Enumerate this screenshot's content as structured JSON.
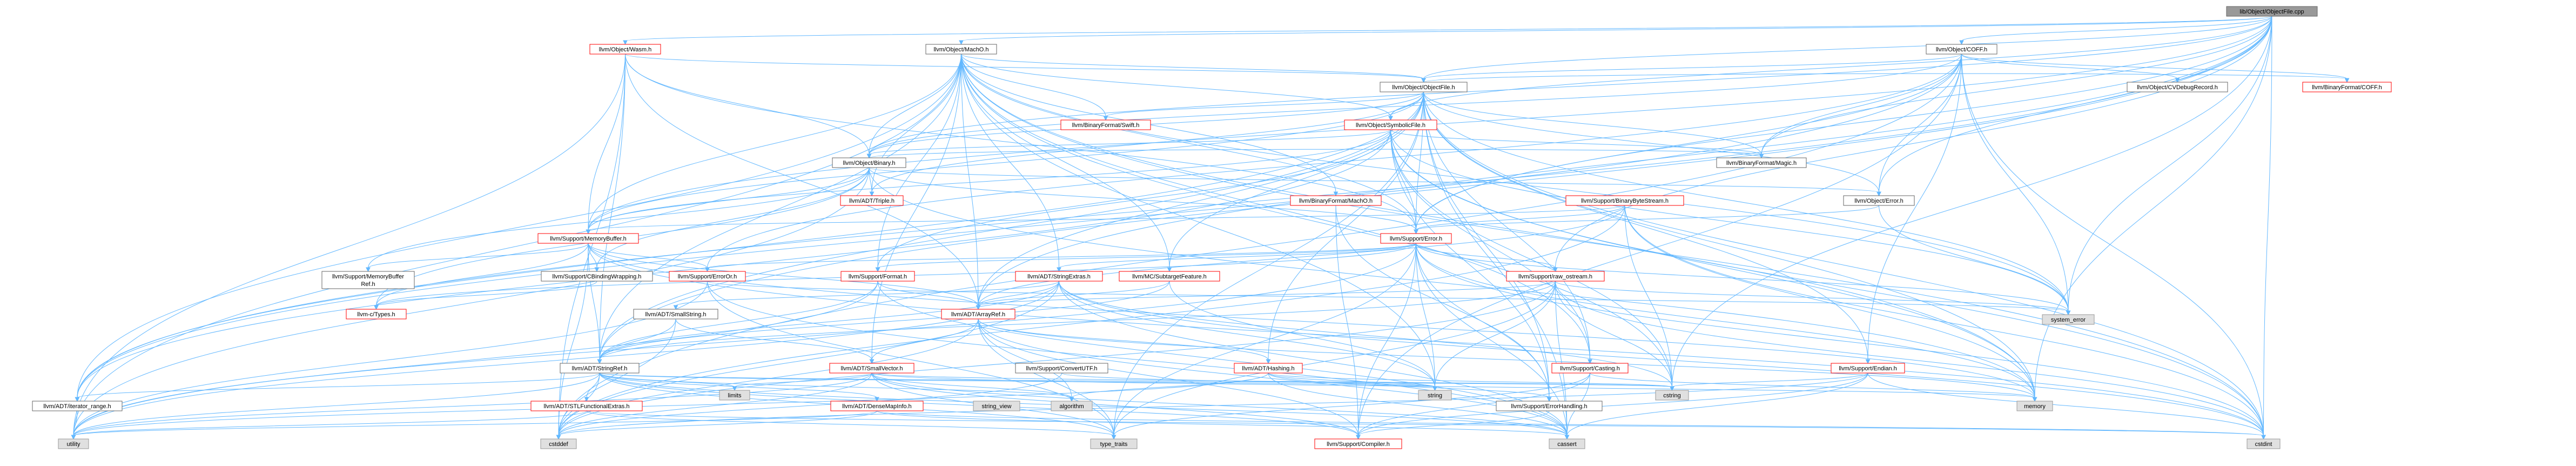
{
  "colors": {
    "root_fill": "#999999",
    "red_border": "#ff0000",
    "normal_border": "#666666",
    "sys_fill": "#e0e0e0",
    "sys_border": "#999999",
    "edge": "#63b8ff",
    "red_text": "#ff0000",
    "text": "#000000"
  },
  "nodes": [
    {
      "id": "root",
      "label": "lib/Object/ObjectFile.cpp",
      "kind": "root"
    },
    {
      "id": "wasm",
      "label": "llvm/Object/Wasm.h",
      "kind": "red"
    },
    {
      "id": "macho",
      "label": "llvm/Object/MachO.h",
      "kind": "normal"
    },
    {
      "id": "coff",
      "label": "llvm/Object/COFF.h",
      "kind": "normal"
    },
    {
      "id": "objectfile",
      "label": "llvm/Object/ObjectFile.h",
      "kind": "normal"
    },
    {
      "id": "symbolicfile",
      "label": "llvm/Object/SymbolicFile.h",
      "kind": "red"
    },
    {
      "id": "swift",
      "label": "llvm/BinaryFormat/Swift.h",
      "kind": "red"
    },
    {
      "id": "cvdebug",
      "label": "llvm/Object/CVDebugRecord.h",
      "kind": "normal"
    },
    {
      "id": "bfcoff",
      "label": "llvm/BinaryFormat/COFF.h",
      "kind": "red"
    },
    {
      "id": "binary",
      "label": "llvm/Object/Binary.h",
      "kind": "normal"
    },
    {
      "id": "magic",
      "label": "llvm/BinaryFormat/Magic.h",
      "kind": "normal"
    },
    {
      "id": "triple",
      "label": "llvm/ADT/Triple.h",
      "kind": "red"
    },
    {
      "id": "bfmacho",
      "label": "llvm/BinaryFormat/MachO.h",
      "kind": "red"
    },
    {
      "id": "bbstream",
      "label": "llvm/Support/BinaryByteStream.h",
      "kind": "red"
    },
    {
      "id": "objerror",
      "label": "llvm/Object/Error.h",
      "kind": "normal"
    },
    {
      "id": "membuf",
      "label": "llvm/Support/MemoryBuffer.h",
      "kind": "red"
    },
    {
      "id": "supporterror",
      "label": "llvm/Support/Error.h",
      "kind": "red"
    },
    {
      "id": "membufref1",
      "label": "llvm/Support/MemoryBuffer",
      "kind": "normal"
    },
    {
      "id": "membufref2",
      "label": "Ref.h",
      "kind": "normal"
    },
    {
      "id": "cbinding",
      "label": "llvm/Support/CBindingWrapping.h",
      "kind": "normal"
    },
    {
      "id": "errorOr",
      "label": "llvm/Support/ErrorOr.h",
      "kind": "red"
    },
    {
      "id": "format",
      "label": "llvm/Support/Format.h",
      "kind": "red"
    },
    {
      "id": "stringextras",
      "label": "llvm/ADT/StringExtras.h",
      "kind": "red"
    },
    {
      "id": "subtarget",
      "label": "llvm/MC/SubtargetFeature.h",
      "kind": "red"
    },
    {
      "id": "rawostream",
      "label": "llvm/Support/raw_ostream.h",
      "kind": "red"
    },
    {
      "id": "ctypes",
      "label": "llvm-c/Types.h",
      "kind": "red"
    },
    {
      "id": "smallstring",
      "label": "llvm/ADT/SmallString.h",
      "kind": "normal"
    },
    {
      "id": "arrayref",
      "label": "llvm/ADT/ArrayRef.h",
      "kind": "red"
    },
    {
      "id": "systemerror",
      "label": "system_error",
      "kind": "sys"
    },
    {
      "id": "stringref",
      "label": "llvm/ADT/StringRef.h",
      "kind": "normal"
    },
    {
      "id": "smallvector",
      "label": "llvm/ADT/SmallVector.h",
      "kind": "red"
    },
    {
      "id": "convertutf",
      "label": "llvm/Support/ConvertUTF.h",
      "kind": "normal"
    },
    {
      "id": "hashing",
      "label": "llvm/ADT/Hashing.h",
      "kind": "red"
    },
    {
      "id": "casting",
      "label": "llvm/Support/Casting.h",
      "kind": "red"
    },
    {
      "id": "endian",
      "label": "llvm/Support/Endian.h",
      "kind": "red"
    },
    {
      "id": "iterrange",
      "label": "llvm/ADT/iterator_range.h",
      "kind": "normal"
    },
    {
      "id": "stlfunc",
      "label": "llvm/ADT/STLFunctionalExtras.h",
      "kind": "red"
    },
    {
      "id": "densemapinfo",
      "label": "llvm/ADT/DenseMapInfo.h",
      "kind": "red"
    },
    {
      "id": "limits",
      "label": "limits",
      "kind": "sys"
    },
    {
      "id": "stringview",
      "label": "string_view",
      "kind": "sys"
    },
    {
      "id": "algorithm",
      "label": "algorithm",
      "kind": "sys"
    },
    {
      "id": "string",
      "label": "string",
      "kind": "sys"
    },
    {
      "id": "errhandling",
      "label": "llvm/Support/ErrorHandling.h",
      "kind": "normal"
    },
    {
      "id": "cstring",
      "label": "cstring",
      "kind": "sys"
    },
    {
      "id": "memory",
      "label": "memory",
      "kind": "sys"
    },
    {
      "id": "utility",
      "label": "utility",
      "kind": "sys"
    },
    {
      "id": "cstddef",
      "label": "cstddef",
      "kind": "sys"
    },
    {
      "id": "typetraits",
      "label": "type_traits",
      "kind": "sys"
    },
    {
      "id": "compiler",
      "label": "llvm/Support/Compiler.h",
      "kind": "red"
    },
    {
      "id": "cassert",
      "label": "cassert",
      "kind": "sys"
    },
    {
      "id": "cstdint",
      "label": "cstdint",
      "kind": "sys"
    }
  ],
  "edges": [
    [
      "root",
      "wasm"
    ],
    [
      "root",
      "macho"
    ],
    [
      "root",
      "coff"
    ],
    [
      "root",
      "objectfile"
    ],
    [
      "root",
      "binary"
    ],
    [
      "root",
      "magic"
    ],
    [
      "root",
      "objerror"
    ],
    [
      "root",
      "membuf"
    ],
    [
      "root",
      "supporterror"
    ],
    [
      "root",
      "rawostream"
    ],
    [
      "root",
      "systemerror"
    ],
    [
      "root",
      "stringref"
    ],
    [
      "root",
      "cstdint"
    ],
    [
      "root",
      "cstring"
    ],
    [
      "root",
      "memory"
    ],
    [
      "root",
      "iterrange"
    ],
    [
      "root",
      "arrayref"
    ],
    [
      "root",
      "symbolicfile"
    ],
    [
      "wasm",
      "objectfile"
    ],
    [
      "wasm",
      "binary"
    ],
    [
      "wasm",
      "supporterror"
    ],
    [
      "wasm",
      "membuf"
    ],
    [
      "wasm",
      "arrayref"
    ],
    [
      "wasm",
      "stringref"
    ],
    [
      "wasm",
      "cstddef"
    ],
    [
      "wasm",
      "utility"
    ],
    [
      "macho",
      "objectfile"
    ],
    [
      "macho",
      "binary"
    ],
    [
      "macho",
      "symbolicfile"
    ],
    [
      "macho",
      "bfmacho"
    ],
    [
      "macho",
      "swift"
    ],
    [
      "macho",
      "triple"
    ],
    [
      "macho",
      "membuf"
    ],
    [
      "macho",
      "supporterror"
    ],
    [
      "macho",
      "format"
    ],
    [
      "macho",
      "stringextras"
    ],
    [
      "macho",
      "subtarget"
    ],
    [
      "macho",
      "arrayref"
    ],
    [
      "macho",
      "smallvector"
    ],
    [
      "macho",
      "stringref"
    ],
    [
      "macho",
      "iterrange"
    ],
    [
      "macho",
      "systemerror"
    ],
    [
      "macho",
      "cstdint"
    ],
    [
      "macho",
      "memory"
    ],
    [
      "macho",
      "string"
    ],
    [
      "macho",
      "cstring"
    ],
    [
      "macho",
      "utility"
    ],
    [
      "macho",
      "casting"
    ],
    [
      "coff",
      "objectfile"
    ],
    [
      "coff",
      "binary"
    ],
    [
      "coff",
      "cvdebug"
    ],
    [
      "coff",
      "bfcoff"
    ],
    [
      "coff",
      "objerror"
    ],
    [
      "coff",
      "supporterror"
    ],
    [
      "coff",
      "errorOr"
    ],
    [
      "coff",
      "endian"
    ],
    [
      "coff",
      "systemerror"
    ],
    [
      "coff",
      "cstddef"
    ],
    [
      "coff",
      "cstdint"
    ],
    [
      "coff",
      "iterrange"
    ],
    [
      "coff",
      "compiler"
    ],
    [
      "coff",
      "magic"
    ],
    [
      "objectfile",
      "symbolicfile"
    ],
    [
      "objectfile",
      "binary"
    ],
    [
      "objectfile",
      "magic"
    ],
    [
      "objectfile",
      "objerror"
    ],
    [
      "objectfile",
      "triple"
    ],
    [
      "objectfile",
      "membuf"
    ],
    [
      "objectfile",
      "supporterror"
    ],
    [
      "objectfile",
      "casting"
    ],
    [
      "objectfile",
      "subtarget"
    ],
    [
      "objectfile",
      "arrayref"
    ],
    [
      "objectfile",
      "hashing"
    ],
    [
      "objectfile",
      "stringref"
    ],
    [
      "objectfile",
      "iterrange"
    ],
    [
      "objectfile",
      "systemerror"
    ],
    [
      "objectfile",
      "cassert"
    ],
    [
      "objectfile",
      "cstdint"
    ],
    [
      "objectfile",
      "memory"
    ],
    [
      "objectfile",
      "swift"
    ],
    [
      "objectfile",
      "bfcoff"
    ],
    [
      "objectfile",
      "endian"
    ],
    [
      "objectfile",
      "typetraits"
    ],
    [
      "objectfile",
      "errhandling"
    ],
    [
      "symbolicfile",
      "binary"
    ],
    [
      "symbolicfile",
      "magic"
    ],
    [
      "symbolicfile",
      "supporterror"
    ],
    [
      "symbolicfile",
      "format"
    ],
    [
      "symbolicfile",
      "membuf"
    ],
    [
      "symbolicfile",
      "iterrange"
    ],
    [
      "symbolicfile",
      "cstdint"
    ],
    [
      "symbolicfile",
      "memory"
    ],
    [
      "symbolicfile",
      "systemerror"
    ],
    [
      "symbolicfile",
      "cstring"
    ],
    [
      "symbolicfile",
      "casting"
    ],
    [
      "symbolicfile",
      "errhandling"
    ],
    [
      "binary",
      "triple"
    ],
    [
      "binary",
      "magic"
    ],
    [
      "binary",
      "objerror"
    ],
    [
      "binary",
      "membuf"
    ],
    [
      "binary",
      "supporterror"
    ],
    [
      "binary",
      "ctypes"
    ],
    [
      "binary",
      "cbinding"
    ],
    [
      "binary",
      "membufref1"
    ],
    [
      "binary",
      "memory"
    ],
    [
      "binary",
      "utility"
    ],
    [
      "bfmacho",
      "compiler"
    ],
    [
      "bfmacho",
      "errhandling"
    ],
    [
      "bbstream",
      "arrayref"
    ],
    [
      "bbstream",
      "supporterror"
    ],
    [
      "bbstream",
      "membuf"
    ],
    [
      "bbstream",
      "cstddef"
    ],
    [
      "bbstream",
      "cstdint"
    ],
    [
      "bbstream",
      "cstring"
    ],
    [
      "bbstream",
      "memory"
    ],
    [
      "objerror",
      "supporterror"
    ],
    [
      "objerror",
      "systemerror"
    ],
    [
      "membuf",
      "ctypes"
    ],
    [
      "membuf",
      "arrayref"
    ],
    [
      "membuf",
      "stringref"
    ],
    [
      "membuf",
      "twine"
    ],
    [
      "membuf",
      "cbinding"
    ],
    [
      "membuf",
      "errorOr"
    ],
    [
      "membuf",
      "membufref1"
    ],
    [
      "membuf",
      "cstddef"
    ],
    [
      "membuf",
      "cstdint"
    ],
    [
      "membuf",
      "memory"
    ],
    [
      "supporterror",
      "ctypes"
    ],
    [
      "supporterror",
      "stringextras"
    ],
    [
      "supporterror",
      "twine"
    ],
    [
      "supporterror",
      "format"
    ],
    [
      "supporterror",
      "rawostream"
    ],
    [
      "supporterror",
      "errhandling"
    ],
    [
      "supporterror",
      "errorOr"
    ],
    [
      "supporterror",
      "compiler"
    ],
    [
      "supporterror",
      "abimacro"
    ],
    [
      "supporterror",
      "cassert"
    ],
    [
      "supporterror",
      "cstdint"
    ],
    [
      "supporterror",
      "cstdlib"
    ],
    [
      "supporterror",
      "functional"
    ],
    [
      "supporterror",
      "memory"
    ],
    [
      "supporterror",
      "new"
    ],
    [
      "supporterror",
      "string"
    ],
    [
      "supporterror",
      "systemerror"
    ],
    [
      "supporterror",
      "typetraits"
    ],
    [
      "supporterror",
      "utility"
    ],
    [
      "supporterror",
      "vector"
    ],
    [
      "cbinding",
      "ctypes"
    ],
    [
      "errorOr",
      "alignof"
    ],
    [
      "errorOr",
      "cassert"
    ],
    [
      "errorOr",
      "systemerror"
    ],
    [
      "errorOr",
      "typetraits"
    ],
    [
      "errorOr",
      "utility"
    ],
    [
      "format",
      "stringref"
    ],
    [
      "format",
      "arrayref"
    ],
    [
      "format",
      "cassert"
    ],
    [
      "format",
      "cstdio"
    ],
    [
      "format",
      "tuple"
    ],
    [
      "format",
      "utility"
    ],
    [
      "stringextras",
      "arrayref"
    ],
    [
      "stringextras",
      "smallstring"
    ],
    [
      "stringextras",
      "stringref"
    ],
    [
      "stringextras",
      "twine"
    ],
    [
      "stringextras",
      "cassert"
    ],
    [
      "stringextras",
      "cstddef"
    ],
    [
      "stringextras",
      "cstdint"
    ],
    [
      "stringextras",
      "cstdlib"
    ],
    [
      "stringextras",
      "cstring"
    ],
    [
      "stringextras",
      "iterator"
    ],
    [
      "stringextras",
      "string"
    ],
    [
      "stringextras",
      "utility"
    ],
    [
      "subtarget",
      "arrayref"
    ],
    [
      "subtarget",
      "stringref"
    ],
    [
      "subtarget",
      "mathextras"
    ],
    [
      "subtarget",
      "array"
    ],
    [
      "subtarget",
      "initializer_list"
    ],
    [
      "subtarget",
      "string"
    ],
    [
      "subtarget",
      "vector"
    ],
    [
      "rawostream",
      "arrayref"
    ],
    [
      "rawostream",
      "stringref"
    ],
    [
      "rawostream",
      "datatypes"
    ],
    [
      "rawostream",
      "cassert"
    ],
    [
      "rawostream",
      "cstddef"
    ],
    [
      "rawostream",
      "cstdint"
    ],
    [
      "rawostream",
      "cstring"
    ],
    [
      "rawostream",
      "optional"
    ],
    [
      "rawostream",
      "string"
    ],
    [
      "rawostream",
      "string_view"
    ],
    [
      "rawostream",
      "systemerror"
    ],
    [
      "rawostream",
      "typetraits"
    ],
    [
      "smallstring",
      "smallvector"
    ],
    [
      "smallstring",
      "stringref"
    ],
    [
      "smallstring",
      "cstddef"
    ],
    [
      "arrayref",
      "hashing"
    ],
    [
      "arrayref",
      "smallvector"
    ],
    [
      "arrayref",
      "stlextras"
    ],
    [
      "arrayref",
      "compiler"
    ],
    [
      "arrayref",
      "algorithm"
    ],
    [
      "arrayref",
      "array"
    ],
    [
      "arrayref",
      "cassert"
    ],
    [
      "arrayref",
      "cstddef"
    ],
    [
      "arrayref",
      "initializer_list"
    ],
    [
      "arrayref",
      "iterator"
    ],
    [
      "arrayref",
      "memory"
    ],
    [
      "arrayref",
      "typetraits"
    ],
    [
      "arrayref",
      "vector"
    ],
    [
      "stringref",
      "densemapinfo"
    ],
    [
      "stringref",
      "stlfunc"
    ],
    [
      "stringref",
      "iterrange"
    ],
    [
      "stringref",
      "compiler"
    ],
    [
      "stringref",
      "algorithm"
    ],
    [
      "stringref",
      "cassert"
    ],
    [
      "stringref",
      "cstddef"
    ],
    [
      "stringref",
      "cstring"
    ],
    [
      "stringref",
      "limits"
    ],
    [
      "stringref",
      "string"
    ],
    [
      "stringref",
      "string_view"
    ],
    [
      "stringref",
      "typetraits"
    ],
    [
      "stringref",
      "utility"
    ],
    [
      "smallvector",
      "compiler"
    ],
    [
      "smallvector",
      "algorithm"
    ],
    [
      "smallvector",
      "cassert"
    ],
    [
      "smallvector",
      "cstddef"
    ],
    [
      "smallvector",
      "cstdlib"
    ],
    [
      "smallvector",
      "cstring"
    ],
    [
      "smallvector",
      "functional"
    ],
    [
      "smallvector",
      "initializer_list"
    ],
    [
      "smallvector",
      "iterator"
    ],
    [
      "smallvector",
      "limits"
    ],
    [
      "smallvector",
      "memory"
    ],
    [
      "smallvector",
      "new"
    ],
    [
      "smallvector",
      "typetraits"
    ],
    [
      "smallvector",
      "utility"
    ],
    [
      "convertutf",
      "cstddef"
    ],
    [
      "convertutf",
      "string"
    ],
    [
      "convertutf",
      "system_error"
    ],
    [
      "hashing",
      "errhandling"
    ],
    [
      "hashing",
      "swapbyteorder"
    ],
    [
      "hashing",
      "type_traits"
    ],
    [
      "hashing",
      "algorithm"
    ],
    [
      "hashing",
      "cassert"
    ],
    [
      "hashing",
      "cstring"
    ],
    [
      "hashing",
      "string"
    ],
    [
      "hashing",
      "tuple"
    ],
    [
      "hashing",
      "utility"
    ],
    [
      "casting",
      "compiler"
    ],
    [
      "casting",
      "typetraits"
    ],
    [
      "casting",
      "cassert"
    ],
    [
      "casting",
      "memory"
    ],
    [
      "casting",
      "optional"
    ],
    [
      "endian",
      "compiler"
    ],
    [
      "endian",
      "swapbyteorder"
    ],
    [
      "endian",
      "cassert"
    ],
    [
      "endian",
      "cstddef"
    ],
    [
      "endian",
      "cstdint"
    ],
    [
      "endian",
      "cstring"
    ],
    [
      "endian",
      "type_traits"
    ],
    [
      "iterrange",
      "utility"
    ],
    [
      "stlfunc",
      "stlforwardcompat"
    ],
    [
      "stlfunc",
      "cstdint"
    ],
    [
      "stlfunc",
      "typetraits"
    ],
    [
      "stlfunc",
      "utility"
    ],
    [
      "densemapinfo",
      "cassert"
    ],
    [
      "densemapinfo",
      "cstddef"
    ],
    [
      "densemapinfo",
      "cstdint"
    ],
    [
      "densemapinfo",
      "tuple"
    ],
    [
      "densemapinfo",
      "type_traits"
    ],
    [
      "densemapinfo",
      "utility"
    ],
    [
      "densemapinfo",
      "variant"
    ],
    [
      "errhandling",
      "compiler"
    ],
    [
      "compiler",
      "abimacro"
    ]
  ]
}
